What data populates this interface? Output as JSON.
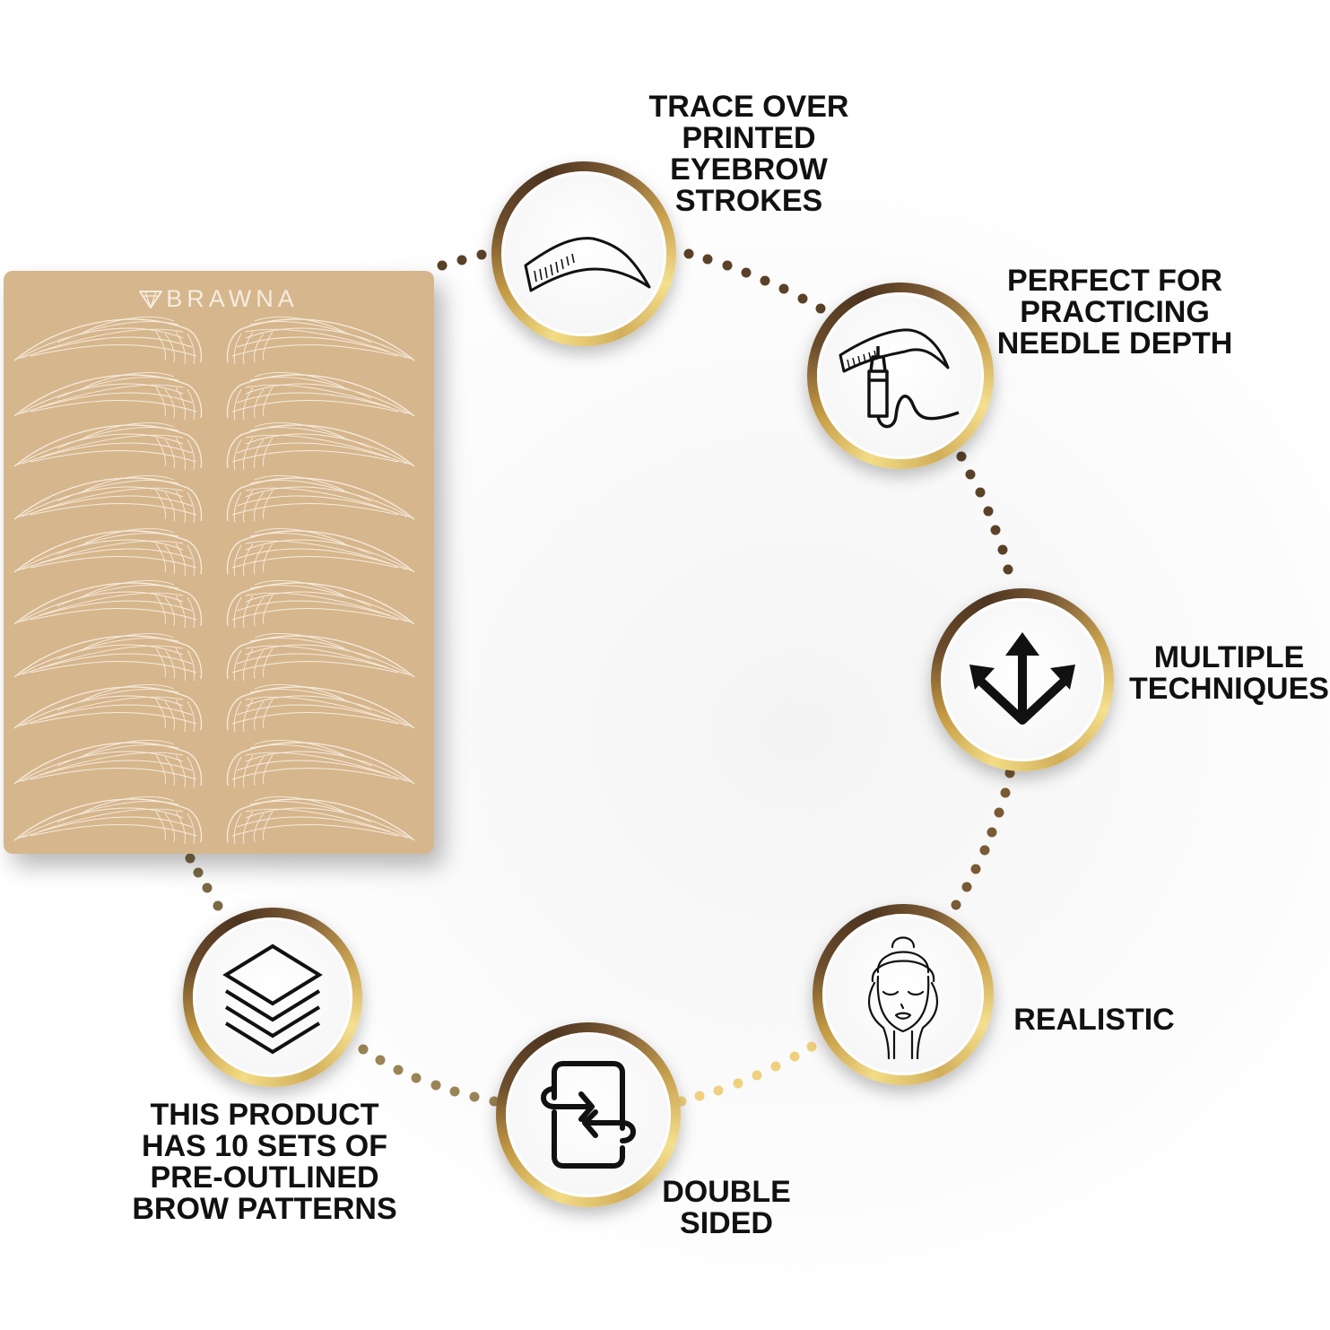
{
  "product": {
    "brand": "BRAWNA",
    "brand_icon": "diamond-logo-icon",
    "pad_color": "#d6b68d",
    "brow_rows": 10,
    "brow_line_color": "#f6ecdf"
  },
  "colors": {
    "dot_dark": "#5a4128",
    "dot_mid": "#8a6a3c",
    "dot_light": "#efd07f",
    "ring_gold_light": "#f3dc86",
    "ring_gold_dark": "#4e3520",
    "label_text": "#111111"
  },
  "features": [
    {
      "id": "trace",
      "icon": "eyebrow-stroke-icon",
      "label": "TRACE OVER\nPRINTED\nEYEBROW\nSTROKES"
    },
    {
      "id": "needle",
      "icon": "tattoo-pen-icon",
      "label": "PERFECT FOR\nPRACTICING\nNEEDLE DEPTH"
    },
    {
      "id": "techniques",
      "icon": "three-arrows-icon",
      "label": "MULTIPLE\nTECHNIQUES"
    },
    {
      "id": "realistic",
      "icon": "face-hands-icon",
      "label": "REALISTIC"
    },
    {
      "id": "double",
      "icon": "flip-sides-icon",
      "label": "DOUBLE\nSIDED"
    },
    {
      "id": "sets",
      "icon": "layers-icon",
      "label": "THIS PRODUCT\nHAS 10 SETS OF\nPRE-OUTLINED\nBROW PATTERNS"
    }
  ]
}
